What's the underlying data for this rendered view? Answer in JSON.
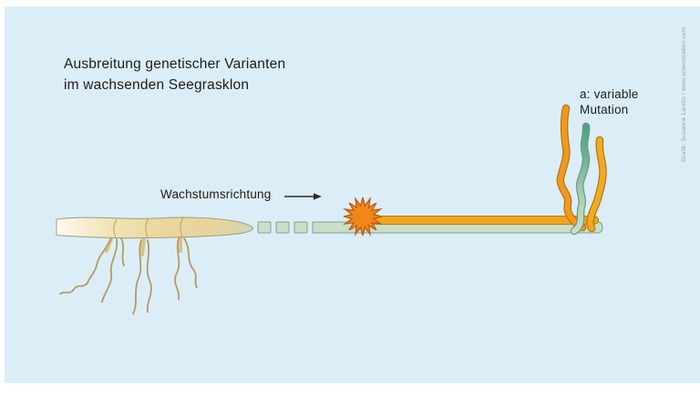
{
  "figure": {
    "title": {
      "line1": "Ausbreitung genetischer Varianten",
      "line2": "im wachsenden Seegrasklon"
    },
    "labels": {
      "growth_direction": "Wachstumsrichtung",
      "mutation_line1": "a: variable",
      "mutation_line2": "Mutation"
    },
    "credit": "Grafik: Susanne Landis / www.scienstration.com",
    "icons": {
      "growth_arrow": "arrow-right-icon",
      "mutation_event": "starburst-icon"
    },
    "colors": {
      "background": "#ffffff",
      "panel": "#dbeef8",
      "text": "#1d1d1b",
      "rhizome_pale": "#fdfaf0",
      "rhizome_tan": "#ecd89f",
      "rhizome_tip_green": "#c9dcc1",
      "root_brown": "#b59b61",
      "runner_green_fill": "#c9dfca",
      "runner_green_stroke": "#80a487",
      "mutant_orange_fill": "#eda71f",
      "mutant_orange_stroke": "#c4761c",
      "starburst_fill": "#f28718",
      "starburst_stroke": "#c05f15",
      "leaf_orange": "#f1991d",
      "leaf_gold": "#f0ac1f",
      "leaf_green_top": "#4fa182",
      "leaf_green_bottom": "#cae0ca",
      "credit_text": "#8ba4b3"
    }
  }
}
